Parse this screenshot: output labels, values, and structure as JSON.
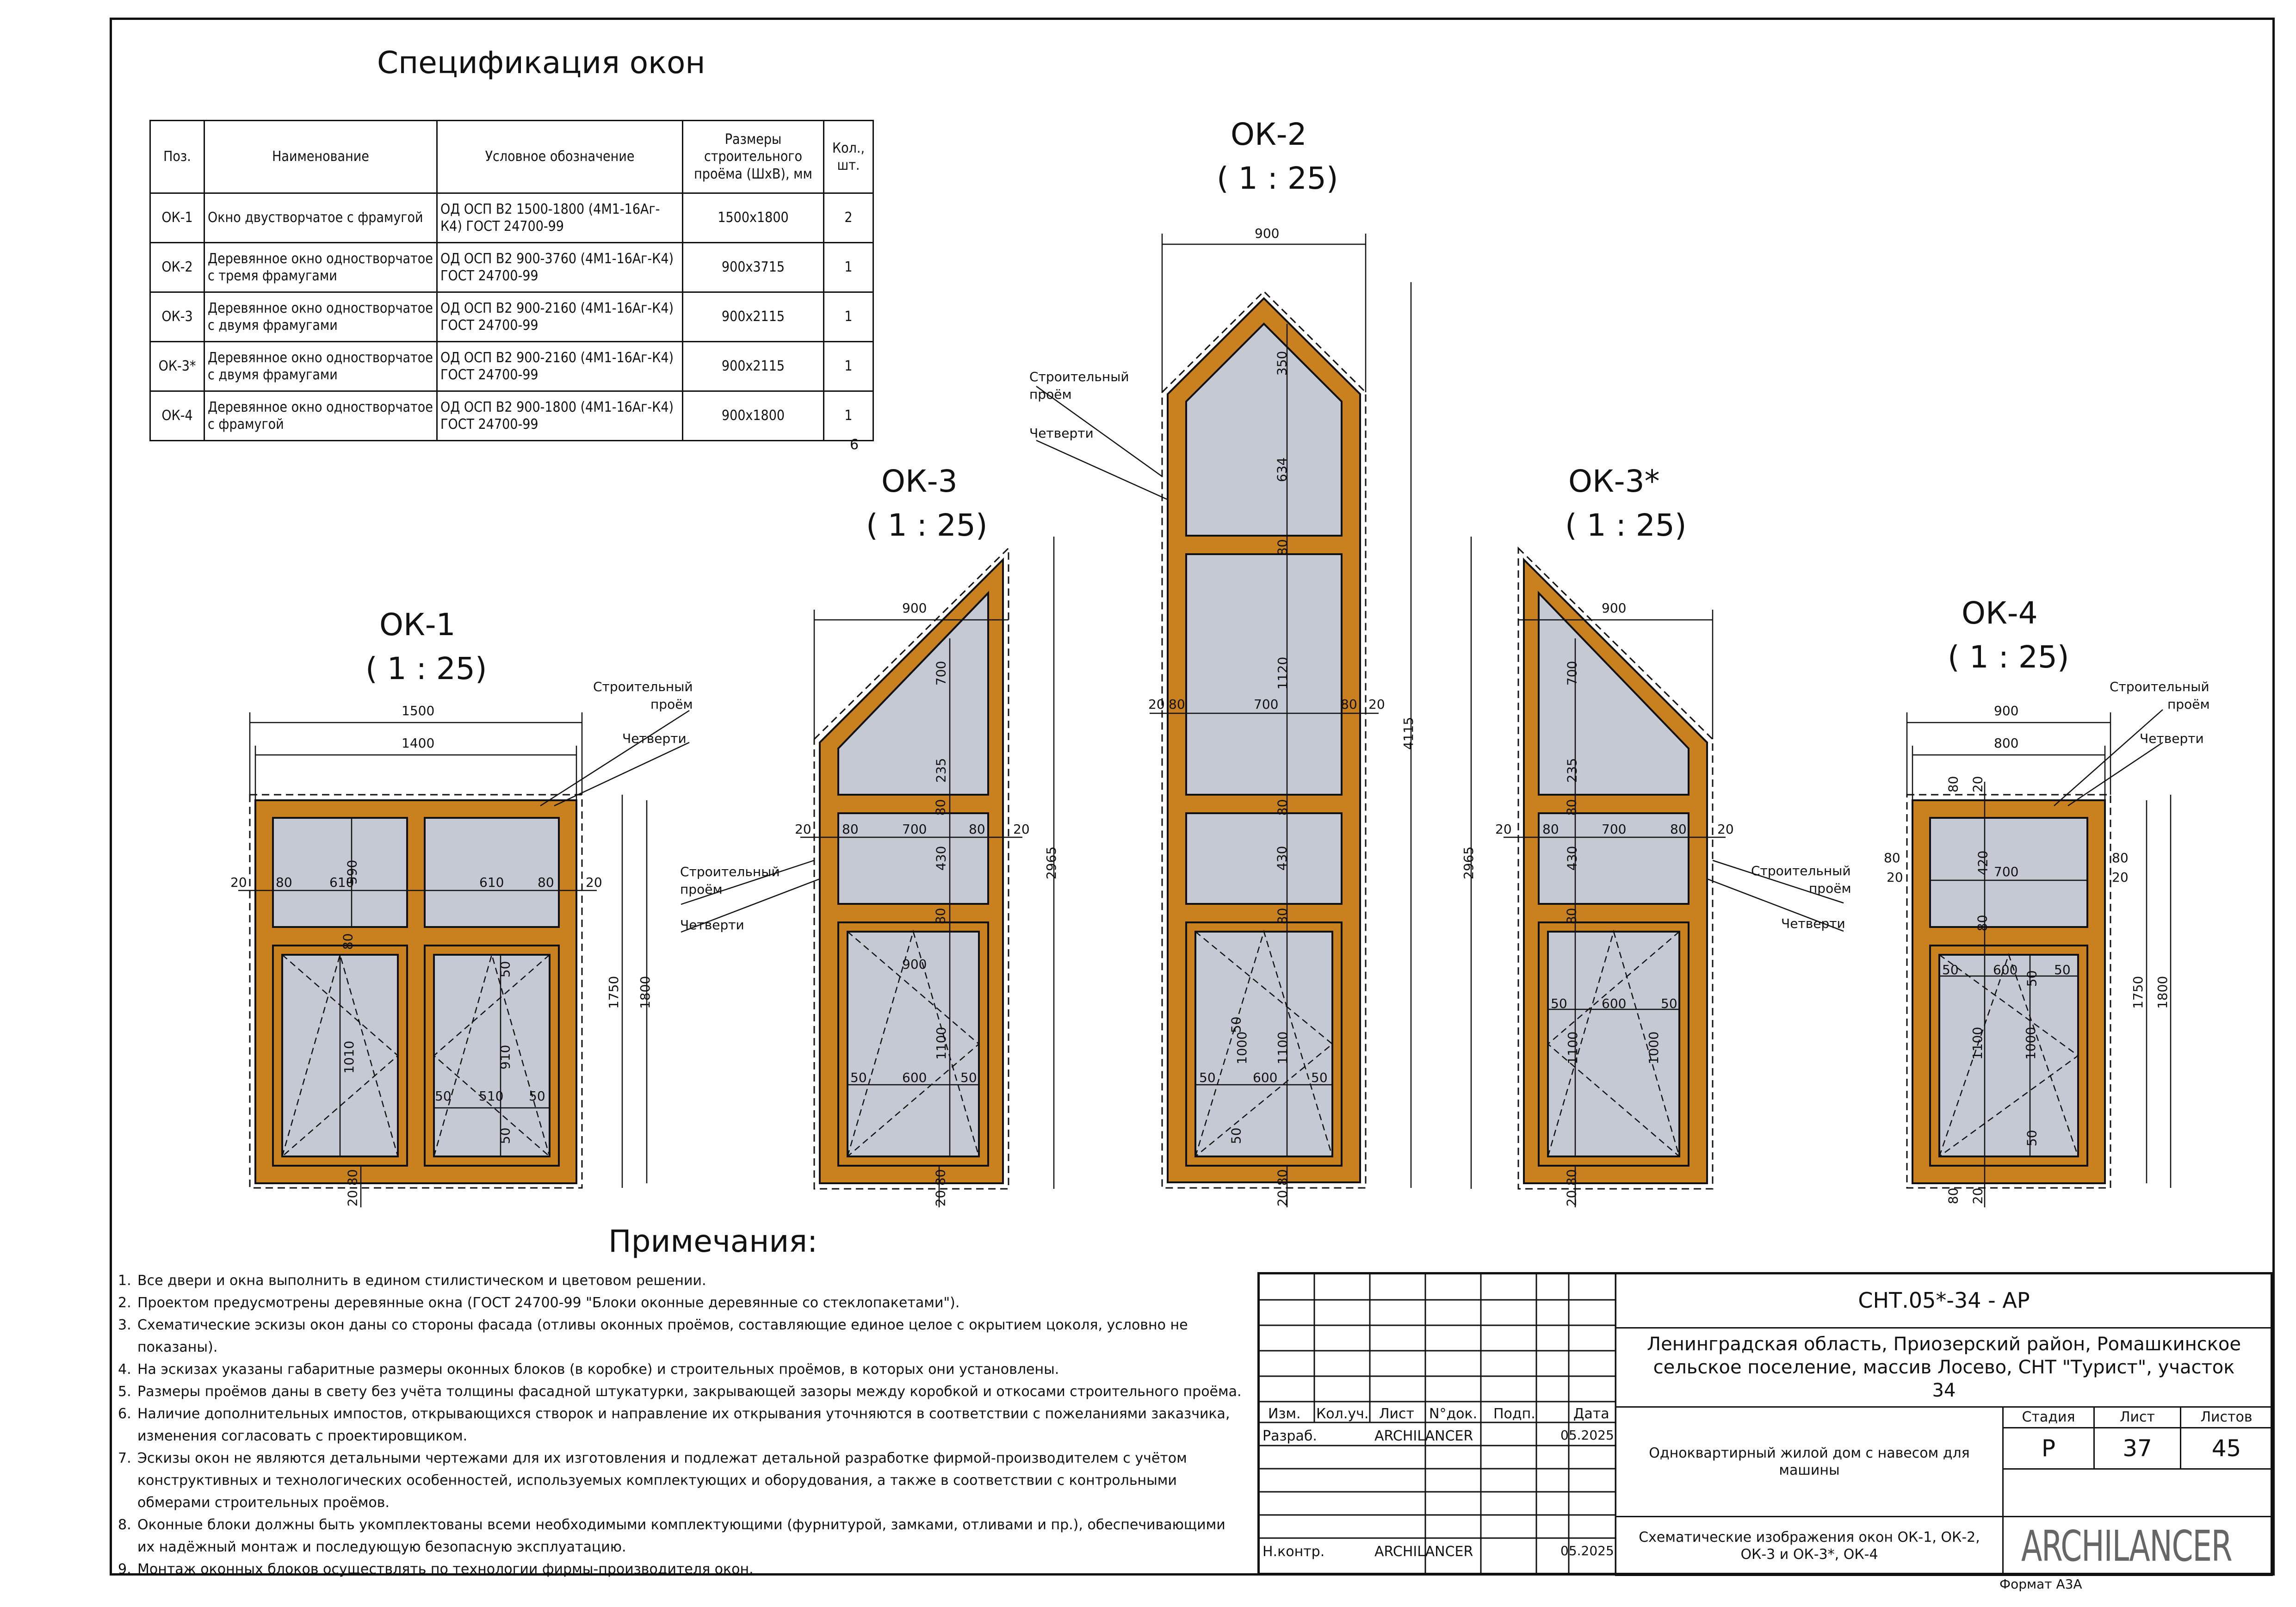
{
  "spec": {
    "title": "Спецификация окон",
    "headers": [
      "Поз.",
      "Наименование",
      "Условное обозначение",
      "Размеры строительного проёма (ШхВ), мм",
      "Кол., шт."
    ],
    "rows": [
      {
        "pos": "ОК-1",
        "name": "Окно двустворчатое с фрамугой",
        "code": "ОД ОСП В2 1500-1800 (4М1-16Аг-К4) ГОСТ 24700-99",
        "size": "1500х1800",
        "qty": "2"
      },
      {
        "pos": "ОК-2",
        "name": "Деревянное окно одностворчатое с тремя фрамугами",
        "code": "ОД ОСП В2 900-3760 (4М1-16Аг-К4) ГОСТ 24700-99",
        "size": "900х3715",
        "qty": "1"
      },
      {
        "pos": "ОК-3",
        "name": "Деревянное окно одностворчатое с двумя фрамугами",
        "code": "ОД ОСП В2 900-2160 (4М1-16Аг-К4) ГОСТ 24700-99",
        "size": "900х2115",
        "qty": "1"
      },
      {
        "pos": "ОК-3*",
        "name": "Деревянное окно одностворчатое с двумя фрамугами",
        "code": "ОД ОСП В2 900-2160 (4М1-16Аг-К4) ГОСТ 24700-99",
        "size": "900х2115",
        "qty": "1"
      },
      {
        "pos": "ОК-4",
        "name": "Деревянное окно одностворчатое с фрамугой",
        "code": "ОД ОСП В2 900-1800 (4М1-16Аг-К4) ГОСТ 24700-99",
        "size": "900х1800",
        "qty": "1"
      }
    ],
    "total": "6"
  },
  "windows": {
    "ok1": {
      "title": "ОК-1",
      "scale": "( 1 : 25)"
    },
    "ok2": {
      "title": "ОК-2",
      "scale": "( 1 : 25)"
    },
    "ok3": {
      "title": "ОК-3",
      "scale": "( 1 : 25)"
    },
    "ok3s": {
      "title": "ОК-3*",
      "scale": "( 1 : 25)"
    },
    "ok4": {
      "title": "ОК-4",
      "scale": "( 1 : 25)"
    }
  },
  "labels": {
    "opening_1": "Строительный",
    "opening_2": "проём",
    "quarters": "Четверти"
  },
  "dims": {
    "ok1": {
      "w_open": "1500",
      "w_block": "1400",
      "h_open": "1800",
      "h_block": "1750",
      "d20": "20",
      "d80": "80",
      "d610": "610",
      "d590": "590",
      "d1010": "1010",
      "d910": "910",
      "d510": "510",
      "d50": "50"
    },
    "ok2": {
      "w": "900",
      "h": "4115",
      "d350": "350",
      "d634": "634",
      "d80": "80",
      "d1120": "1120",
      "d700": "700",
      "d20": "20",
      "d430": "430",
      "d1100": "1100",
      "d1000": "1000",
      "d600": "600",
      "d50": "50"
    },
    "ok3": {
      "w": "900",
      "h": "2965",
      "d700": "700",
      "d235": "235",
      "d80": "80",
      "d430": "430",
      "d20": "20",
      "d1100": "1100",
      "d600": "600",
      "d50": "50"
    },
    "ok4": {
      "w_open": "900",
      "w_block": "800",
      "h_open": "1800",
      "h_block": "1750",
      "d80": "80",
      "d20": "20",
      "d420": "420",
      "d700": "700",
      "d600": "600",
      "d50": "50",
      "d1100": "1100",
      "d1000": "1000"
    }
  },
  "notes": {
    "title": "Примечания:",
    "items": [
      {
        "num": "1.",
        "text": "Все двери и окна выполнить в едином стилистическом и цветовом решении."
      },
      {
        "num": "2.",
        "text": "Проектом предусмотрены деревянные окна (ГОСТ 24700-99 \"Блоки оконные деревянные со стеклопакетами\")."
      },
      {
        "num": "3.",
        "text": "Схематические эскизы окон даны со стороны фасада (отливы оконных проёмов, составляющие единое целое с окрытием цоколя, условно не показаны)."
      },
      {
        "num": "4.",
        "text": "На эскизах указаны габаритные размеры оконных блоков (в коробке) и строительных проёмов, в которых они установлены."
      },
      {
        "num": "5.",
        "text": "Размеры проёмов даны в свету без учёта толщины фасадной штукатурки, закрывающей зазоры между коробкой и откосами строительного проёма."
      },
      {
        "num": "6.",
        "text": "Наличие дополнительных импостов, открывающихся створок и направление их открывания уточняются в соответствии с пожеланиями заказчика, изменения согласовать с проектировщиком."
      },
      {
        "num": "7.",
        "text": "Эскизы окон не являются детальными чертежами для их изготовления и подлежат детальной разработке фирмой-производителем с учётом конструктивных и технологических особенностей, используемых комплектующих и оборудования, а также в соответствии с контрольными обмерами строительных проёмов."
      },
      {
        "num": "8.",
        "text": "Оконные блоки должны быть укомплектованы всеми необходимыми комплектующими (фурнитурой, замками, отливами и пр.), обеспечивающими их надёжный монтаж и последующую безопасную эксплуатацию."
      },
      {
        "num": "9.",
        "text": "Монтаж оконных блоков осуществлять по технологии фирмы-производителя окон."
      }
    ]
  },
  "titleblock": {
    "code": "СНТ.05*-34 - АР",
    "address": "Ленинградская область, Приозерский район, Ромашкинское сельское поселение, массив Лосево, СНТ \"Турист\", участок 34",
    "object": "Однoквартирный жилой дом с навесом для машины",
    "sheet_title": "Схематические изображения окон ОК-1, ОК-2, ОК-3 и ОК-3*, ОК-4",
    "cols": {
      "izm": "Изм.",
      "koluch": "Кол.уч.",
      "list": "Лист",
      "ndok": "N°док.",
      "podp": "Подп.",
      "data": "Дата"
    },
    "razrab": "Разраб.",
    "razrab_name": "ARCHILANCER",
    "razrab_date": "05.2025",
    "nkontr": "Н.контр.",
    "nkontr_name": "ARCHILANCER",
    "nkontr_date": "05.2025",
    "stage_label": "Стадия",
    "sheet_label": "Лист",
    "sheets_label": "Листов",
    "stage": "Р",
    "sheet": "37",
    "sheets": "45",
    "brand": "ARCHILANCER",
    "format": "Формат А3А"
  },
  "colors": {
    "frame": "#c8811e",
    "glass": "#c4c9d4",
    "line": "#111111"
  }
}
